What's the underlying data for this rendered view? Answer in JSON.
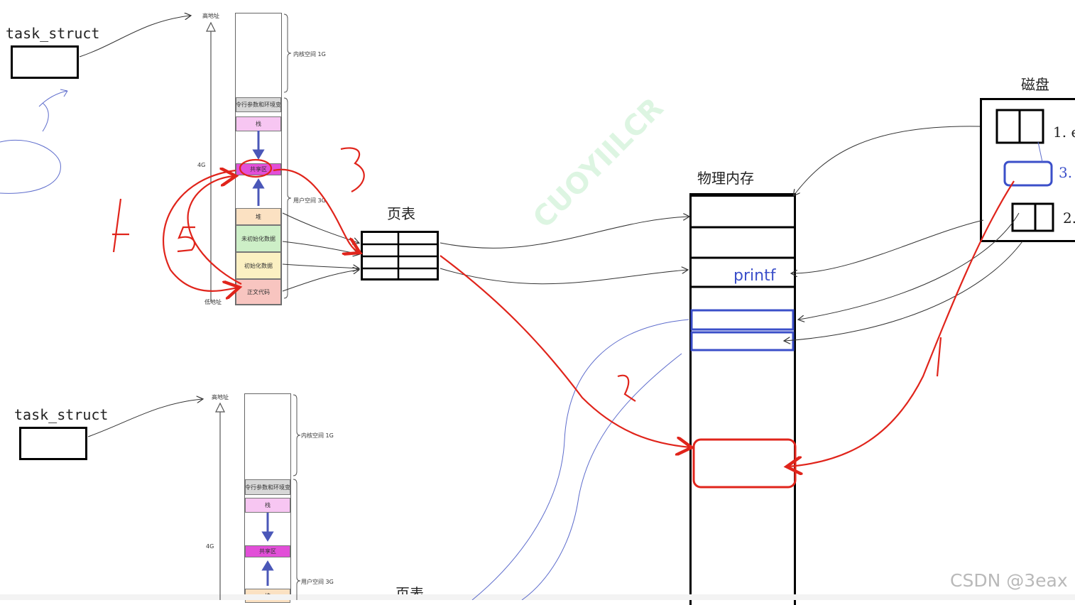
{
  "upper": {
    "task_label": "task_struct",
    "addr_top": "高地址",
    "addr_bottom": "低地址",
    "side_4g": "4G",
    "kernel_space": "内核空间 1G",
    "user_space": "用户空间 3G",
    "segments": {
      "env": "命令行参数和环境变量",
      "stack": "栈",
      "shared": "共享区",
      "heap": "堆",
      "bss": "未初始化数据",
      "data": "初始化数据",
      "text": "正文代码"
    }
  },
  "lower": {
    "task_label": "task_struct",
    "addr_top": "高地址",
    "side_4g": "4G",
    "kernel_space": "内核空间 1G",
    "user_space": "用户空间 3G",
    "segments": {
      "env": "命令行参数和环境变量",
      "stack": "栈",
      "shared": "共享区",
      "heap": "堆"
    }
  },
  "page_table_label": "页表",
  "page_table_label_lower": "页表",
  "physical_memory_label": "物理内存",
  "printf_label": "printf",
  "disk": {
    "label": "磁盘",
    "item1": "1. e",
    "item3": "3.",
    "item2": "2."
  },
  "watermark": "CUOYIILCR",
  "csdn_mark": "CSDN @3eax",
  "colors": {
    "annotation_red": "#e0241b",
    "annotation_blue": "#3b4fc9",
    "stack_pink": "#f7c6f2",
    "shared_magenta": "#e24fd8",
    "heap_peach": "#fbe1c2",
    "bss_green": "#cdefc7",
    "data_yellow": "#fbf0c2",
    "text_salmon": "#f8c5c0",
    "env_gray": "#d7d7d7"
  }
}
